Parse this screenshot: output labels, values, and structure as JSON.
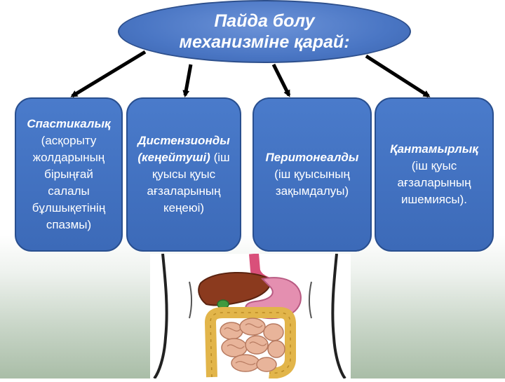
{
  "title": {
    "line1": "Пайда болу",
    "line2": "механизміне қарай:"
  },
  "cards": [
    {
      "term": "Спастикалық",
      "description": " (асқорыту жолдарының бірыңғай салалы бұлшықетінің спазмы)"
    },
    {
      "term": "Дистензионды (кеңейтуші)",
      "description": " (іш қуысы қуыс ағзаларының кеңеюі)"
    },
    {
      "term": "Перитонеалды",
      "description": " (іш қуысының зақымдалуы)"
    },
    {
      "term": "Қантамырлық",
      "description": " (іш қуыс ағзаларының ишемиясы)."
    }
  ],
  "illustration": {
    "icon": "digestive-system-illustration"
  },
  "colors": {
    "box_fill": "#3c6ab8",
    "box_border": "#294f8f",
    "text": "#ffffff",
    "arrow": "#000000"
  }
}
